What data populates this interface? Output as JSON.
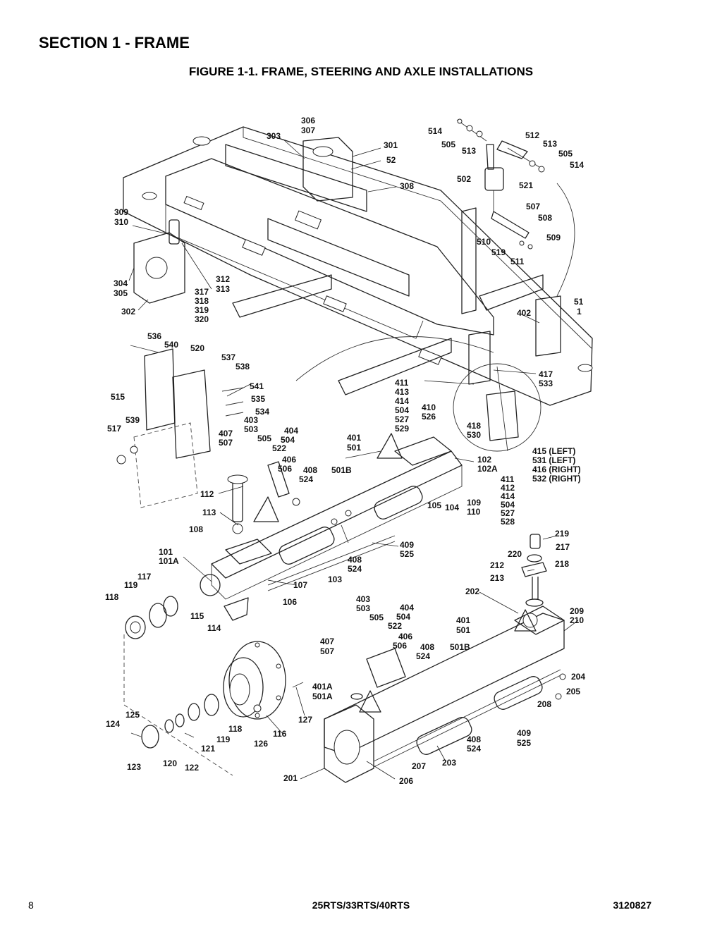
{
  "header": {
    "section_title": "SECTION 1 - FRAME",
    "figure_title": "FIGURE 1-1. FRAME, STEERING AND AXLE INSTALLATIONS"
  },
  "callouts": [
    {
      "id": "c306",
      "text": "306"
    },
    {
      "id": "c307",
      "text": "307"
    },
    {
      "id": "c303",
      "text": "303"
    },
    {
      "id": "c301",
      "text": "301"
    },
    {
      "id": "c52",
      "text": "52"
    },
    {
      "id": "c308",
      "text": "308"
    },
    {
      "id": "c514a",
      "text": "514"
    },
    {
      "id": "c505a",
      "text": "505"
    },
    {
      "id": "c513a",
      "text": "513"
    },
    {
      "id": "c512",
      "text": "512"
    },
    {
      "id": "c513b",
      "text": "513"
    },
    {
      "id": "c505b",
      "text": "505"
    },
    {
      "id": "c514b",
      "text": "514"
    },
    {
      "id": "c502",
      "text": "502"
    },
    {
      "id": "c521",
      "text": "521"
    },
    {
      "id": "c507a",
      "text": "507"
    },
    {
      "id": "c508",
      "text": "508"
    },
    {
      "id": "c509",
      "text": "509"
    },
    {
      "id": "c510",
      "text": "510"
    },
    {
      "id": "c519",
      "text": "519"
    },
    {
      "id": "c511",
      "text": "511"
    },
    {
      "id": "c309",
      "text": "309"
    },
    {
      "id": "c310",
      "text": "310"
    },
    {
      "id": "c304",
      "text": "304"
    },
    {
      "id": "c305",
      "text": "305"
    },
    {
      "id": "c302",
      "text": "302"
    },
    {
      "id": "c312",
      "text": "312"
    },
    {
      "id": "c313",
      "text": "313"
    },
    {
      "id": "c317",
      "text": "317"
    },
    {
      "id": "c318",
      "text": "318"
    },
    {
      "id": "c319",
      "text": "319"
    },
    {
      "id": "c320",
      "text": "320"
    },
    {
      "id": "c51",
      "text": "51"
    },
    {
      "id": "c1",
      "text": "1"
    },
    {
      "id": "c402",
      "text": "402"
    },
    {
      "id": "c536",
      "text": "536"
    },
    {
      "id": "c540",
      "text": "540"
    },
    {
      "id": "c520",
      "text": "520"
    },
    {
      "id": "c537",
      "text": "537"
    },
    {
      "id": "c538",
      "text": "538"
    },
    {
      "id": "c515",
      "text": "515"
    },
    {
      "id": "c541",
      "text": "541"
    },
    {
      "id": "c535",
      "text": "535"
    },
    {
      "id": "c534",
      "text": "534"
    },
    {
      "id": "c539",
      "text": "539"
    },
    {
      "id": "c517",
      "text": "517"
    },
    {
      "id": "c403a",
      "text": "403"
    },
    {
      "id": "c503a",
      "text": "503"
    },
    {
      "id": "c407a",
      "text": "407"
    },
    {
      "id": "c507b",
      "text": "507"
    },
    {
      "id": "c404a",
      "text": "404"
    },
    {
      "id": "c505c",
      "text": "505"
    },
    {
      "id": "c504a",
      "text": "504"
    },
    {
      "id": "c522a",
      "text": "522"
    },
    {
      "id": "c406a",
      "text": "406"
    },
    {
      "id": "c506a",
      "text": "506"
    },
    {
      "id": "c411a",
      "text": "411"
    },
    {
      "id": "c413a",
      "text": "413"
    },
    {
      "id": "c414a",
      "text": "414"
    },
    {
      "id": "c504b",
      "text": "504"
    },
    {
      "id": "c527a",
      "text": "527"
    },
    {
      "id": "c529",
      "text": "529"
    },
    {
      "id": "c410",
      "text": "410"
    },
    {
      "id": "c526",
      "text": "526"
    },
    {
      "id": "c417",
      "text": "417"
    },
    {
      "id": "c533",
      "text": "533"
    },
    {
      "id": "c418",
      "text": "418"
    },
    {
      "id": "c530",
      "text": "530"
    },
    {
      "id": "c415",
      "text": "415 (LEFT)"
    },
    {
      "id": "c531",
      "text": "531 (LEFT)"
    },
    {
      "id": "c416",
      "text": "416 (RIGHT)"
    },
    {
      "id": "c532",
      "text": "532 (RIGHT)"
    },
    {
      "id": "c411b",
      "text": "411"
    },
    {
      "id": "c412",
      "text": "412"
    },
    {
      "id": "c414b",
      "text": "414"
    },
    {
      "id": "c504c",
      "text": "504"
    },
    {
      "id": "c527b",
      "text": "527"
    },
    {
      "id": "c528",
      "text": "528"
    },
    {
      "id": "c401a",
      "text": "401"
    },
    {
      "id": "c501a",
      "text": "501"
    },
    {
      "id": "c102",
      "text": "102"
    },
    {
      "id": "c102A",
      "text": "102A"
    },
    {
      "id": "c408a",
      "text": "408"
    },
    {
      "id": "c524a",
      "text": "524"
    },
    {
      "id": "c501Ba",
      "text": "501B"
    },
    {
      "id": "c112",
      "text": "112"
    },
    {
      "id": "c109",
      "text": "109"
    },
    {
      "id": "c110",
      "text": "110"
    },
    {
      "id": "c105",
      "text": "105"
    },
    {
      "id": "c104",
      "text": "104"
    },
    {
      "id": "c113",
      "text": "113"
    },
    {
      "id": "c108",
      "text": "108"
    },
    {
      "id": "c409a",
      "text": "409"
    },
    {
      "id": "c525a",
      "text": "525"
    },
    {
      "id": "c101",
      "text": "101"
    },
    {
      "id": "c101A",
      "text": "101A"
    },
    {
      "id": "c408b",
      "text": "408"
    },
    {
      "id": "c524b",
      "text": "524"
    },
    {
      "id": "c117a",
      "text": "117"
    },
    {
      "id": "c119a",
      "text": "119"
    },
    {
      "id": "c103",
      "text": "103"
    },
    {
      "id": "c107",
      "text": "107"
    },
    {
      "id": "c118a",
      "text": "118"
    },
    {
      "id": "c106",
      "text": "106"
    },
    {
      "id": "c115",
      "text": "115"
    },
    {
      "id": "c114",
      "text": "114"
    },
    {
      "id": "c219",
      "text": "219"
    },
    {
      "id": "c220",
      "text": "220"
    },
    {
      "id": "c217",
      "text": "217"
    },
    {
      "id": "c212",
      "text": "212"
    },
    {
      "id": "c218",
      "text": "218"
    },
    {
      "id": "c213",
      "text": "213"
    },
    {
      "id": "c202",
      "text": "202"
    },
    {
      "id": "c209",
      "text": "209"
    },
    {
      "id": "c210",
      "text": "210"
    },
    {
      "id": "c403b",
      "text": "403"
    },
    {
      "id": "c503b",
      "text": "503"
    },
    {
      "id": "c404b",
      "text": "404"
    },
    {
      "id": "c505d",
      "text": "505"
    },
    {
      "id": "c504d",
      "text": "504"
    },
    {
      "id": "c522b",
      "text": "522"
    },
    {
      "id": "c401b",
      "text": "401"
    },
    {
      "id": "c501b",
      "text": "501"
    },
    {
      "id": "c406b",
      "text": "406"
    },
    {
      "id": "c407b",
      "text": "407"
    },
    {
      "id": "c507c",
      "text": "507"
    },
    {
      "id": "c506b",
      "text": "506"
    },
    {
      "id": "c408c",
      "text": "408"
    },
    {
      "id": "c524c",
      "text": "524"
    },
    {
      "id": "c501Bb",
      "text": "501B"
    },
    {
      "id": "c204",
      "text": "204"
    },
    {
      "id": "c205",
      "text": "205"
    },
    {
      "id": "c208",
      "text": "208"
    },
    {
      "id": "c401A",
      "text": "401A"
    },
    {
      "id": "c501A",
      "text": "501A"
    },
    {
      "id": "c127",
      "text": "127"
    },
    {
      "id": "c125",
      "text": "125"
    },
    {
      "id": "c124",
      "text": "124"
    },
    {
      "id": "c118b",
      "text": "118"
    },
    {
      "id": "c119b",
      "text": "119"
    },
    {
      "id": "c116",
      "text": "116"
    },
    {
      "id": "c121",
      "text": "121"
    },
    {
      "id": "c126",
      "text": "126"
    },
    {
      "id": "c123",
      "text": "123"
    },
    {
      "id": "c120",
      "text": "120"
    },
    {
      "id": "c122",
      "text": "122"
    },
    {
      "id": "c408d",
      "text": "408"
    },
    {
      "id": "c524d",
      "text": "524"
    },
    {
      "id": "c409b",
      "text": "409"
    },
    {
      "id": "c525b",
      "text": "525"
    },
    {
      "id": "c207",
      "text": "207"
    },
    {
      "id": "c203",
      "text": "203"
    },
    {
      "id": "c201",
      "text": "201"
    },
    {
      "id": "c206",
      "text": "206"
    }
  ],
  "footer": {
    "page_number": "8",
    "models": "25RTS/33RTS/40RTS",
    "doc_number": "3120827"
  }
}
